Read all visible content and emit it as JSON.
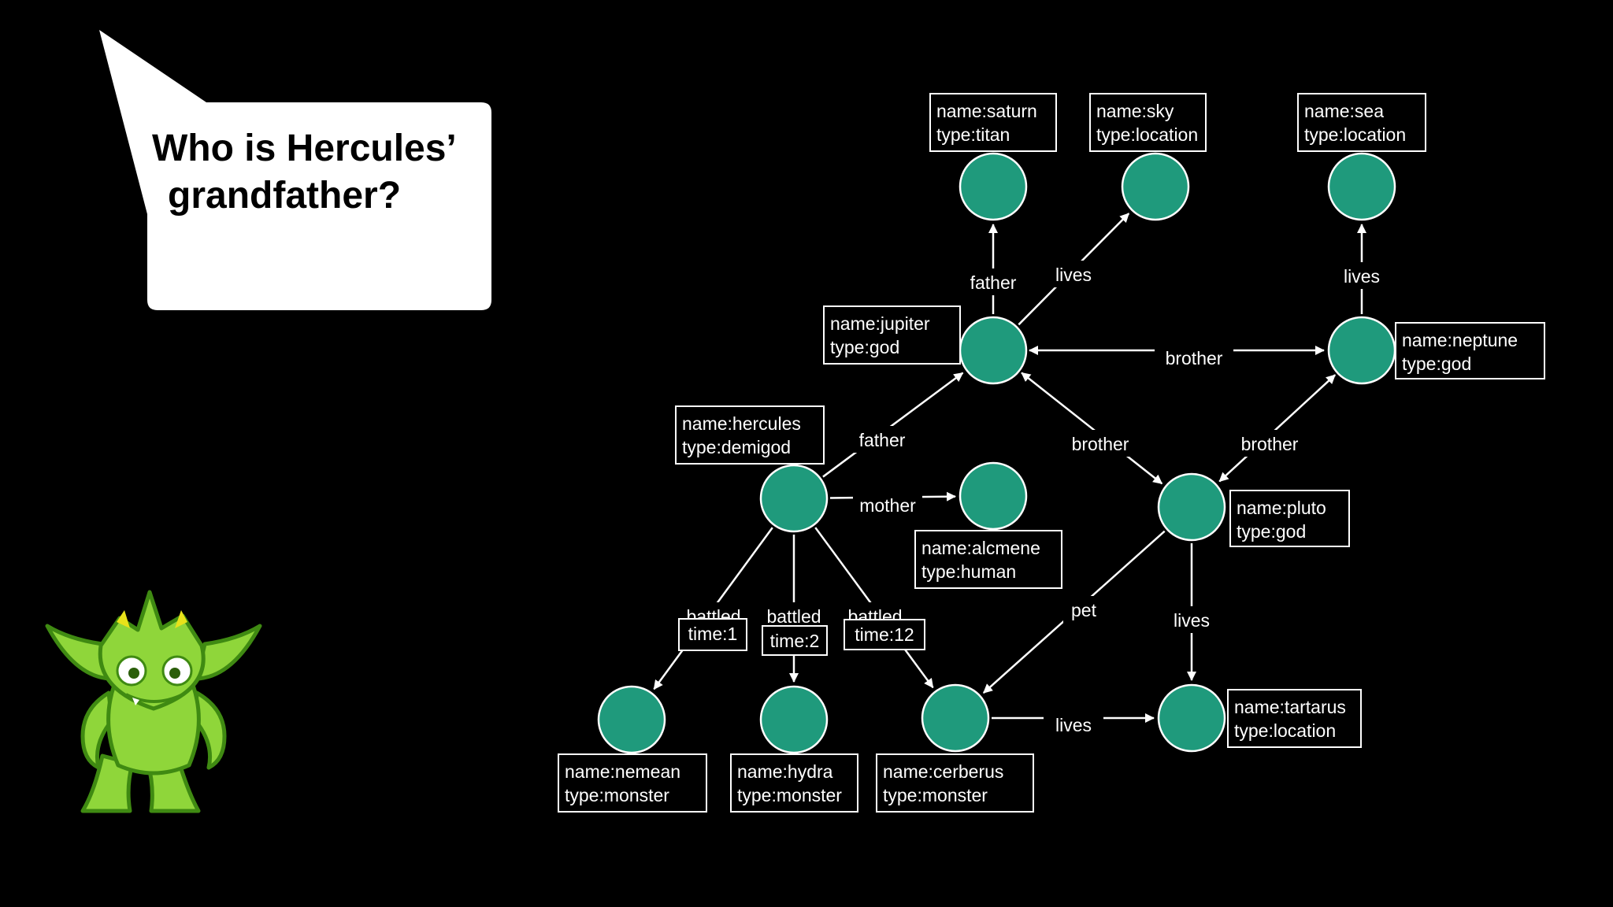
{
  "speech_bubble": {
    "lines": [
      "Who is Hercules’",
      "grandfather?"
    ]
  },
  "colors": {
    "background": "#000000",
    "node_fill": "#1f9a7c",
    "line": "#ffffff",
    "bubble": "#ffffff",
    "mascot_body": "#8fd63a",
    "mascot_outline": "#3f8a12",
    "mascot_ear_accent": "#e8e21a"
  },
  "mascot": {
    "icon": "goblin-mascot-icon"
  },
  "graph": {
    "nodes": [
      {
        "id": "saturn",
        "props": [
          "name:saturn",
          "type:titan"
        ]
      },
      {
        "id": "sky",
        "props": [
          "name:sky",
          "type:location"
        ]
      },
      {
        "id": "sea",
        "props": [
          "name:sea",
          "type:location"
        ]
      },
      {
        "id": "jupiter",
        "props": [
          "name:jupiter",
          "type:god"
        ]
      },
      {
        "id": "neptune",
        "props": [
          "name:neptune",
          "type:god"
        ]
      },
      {
        "id": "hercules",
        "props": [
          "name:hercules",
          "type:demigod"
        ]
      },
      {
        "id": "alcmene",
        "props": [
          "name:alcmene",
          "type:human"
        ]
      },
      {
        "id": "pluto",
        "props": [
          "name:pluto",
          "type:god"
        ]
      },
      {
        "id": "nemean",
        "props": [
          "name:nemean",
          "type:monster"
        ]
      },
      {
        "id": "hydra",
        "props": [
          "name:hydra",
          "type:monster"
        ]
      },
      {
        "id": "cerberus",
        "props": [
          "name:cerberus",
          "type:monster"
        ]
      },
      {
        "id": "tartarus",
        "props": [
          "name:tartarus",
          "type:location"
        ]
      }
    ],
    "edges": [
      {
        "from": "jupiter",
        "to": "saturn",
        "label": "father"
      },
      {
        "from": "jupiter",
        "to": "sky",
        "label": "lives"
      },
      {
        "from": "neptune",
        "to": "sea",
        "label": "lives"
      },
      {
        "from": "jupiter",
        "to": "neptune",
        "label": "brother",
        "bidirectional": true
      },
      {
        "from": "hercules",
        "to": "jupiter",
        "label": "father"
      },
      {
        "from": "hercules",
        "to": "alcmene",
        "label": "mother"
      },
      {
        "from": "jupiter",
        "to": "pluto",
        "label": "brother",
        "bidirectional": true
      },
      {
        "from": "neptune",
        "to": "pluto",
        "label": "brother",
        "bidirectional": true
      },
      {
        "from": "hercules",
        "to": "nemean",
        "label": "battled",
        "props": [
          "time:1"
        ]
      },
      {
        "from": "hercules",
        "to": "hydra",
        "label": "battled",
        "props": [
          "time:2"
        ]
      },
      {
        "from": "hercules",
        "to": "cerberus",
        "label": "battled",
        "props": [
          "time:12"
        ]
      },
      {
        "from": "pluto",
        "to": "cerberus",
        "label": "pet"
      },
      {
        "from": "pluto",
        "to": "tartarus",
        "label": "lives"
      },
      {
        "from": "cerberus",
        "to": "tartarus",
        "label": "lives"
      }
    ]
  }
}
